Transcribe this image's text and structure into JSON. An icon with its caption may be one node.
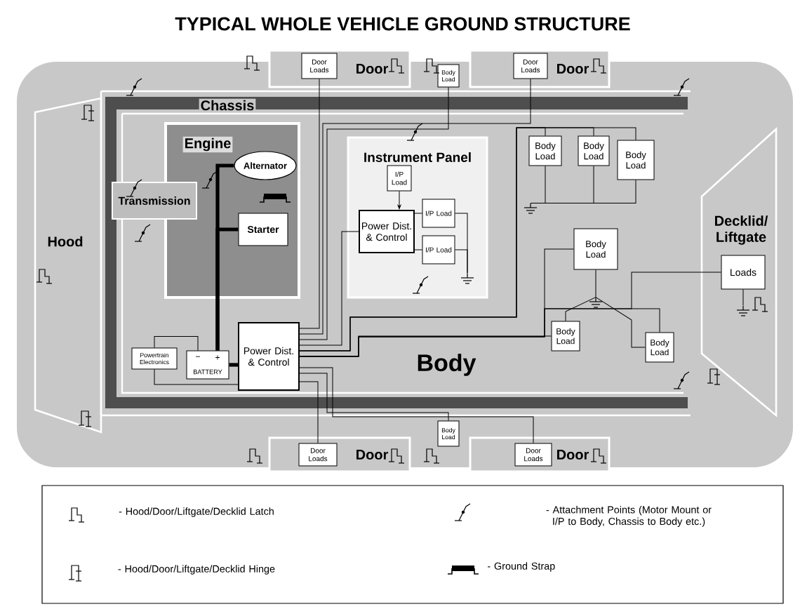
{
  "diagram": {
    "title": "TYPICAL WHOLE VEHICLE GROUND STRUCTURE",
    "nodes": [
      {
        "text": [],
        "shape": "box"
      },
      {
        "text": [
          "Door"
        ]
      },
      {
        "text": [
          "Door Loads"
        ],
        "in": 1
      },
      {
        "text": [
          "Body Load"
        ],
        "in": 0
      },
      {
        "text": [
          "Door"
        ]
      },
      {
        "text": [
          "Door Loads"
        ],
        "in": 4
      },
      {
        "text": [
          "Hood"
        ],
        "in": 0
      },
      {
        "text": [
          "Chassis"
        ],
        "in": 0
      },
      {
        "text": [
          "Engine"
        ],
        "in": 7
      },
      {
        "text": [
          "Alternator"
        ],
        "in": 8
      },
      {
        "text": [
          "Transmission"
        ],
        "in": 7
      },
      {
        "text": [
          "Starter"
        ],
        "in": 8
      },
      {
        "text": [
          "Powertrain Electronics"
        ],
        "in": 7
      },
      {
        "text": [
          "−",
          "+",
          "BATTERY"
        ],
        "in": 7
      },
      {
        "text": [
          "Power Dist. & Control"
        ],
        "in": 7
      },
      {
        "text": [
          "Instrument Panel"
        ],
        "in": 7
      },
      {
        "text": [
          "I/P Load"
        ],
        "in": 15
      },
      {
        "text": [
          "Power Dist. & Control"
        ],
        "in": 15
      },
      {
        "text": [
          "I/P Load"
        ],
        "in": 15
      },
      {
        "text": [
          "I/P Load"
        ],
        "in": 15
      },
      {
        "text": [
          "Body Load"
        ],
        "in": 7
      },
      {
        "text": [
          "Body Load"
        ],
        "in": 7
      },
      {
        "text": [
          "Body Load"
        ],
        "in": 7
      },
      {
        "text": [
          "Body Load"
        ],
        "in": 7
      },
      {
        "text": [
          "Body Load"
        ],
        "in": 7
      },
      {
        "text": [
          "Body Load"
        ],
        "in": 7
      },
      {
        "text": [
          "Decklid/ Liftgate"
        ],
        "in": 0
      },
      {
        "text": [
          "Loads"
        ],
        "in": 26
      },
      {
        "text": [
          "Door"
        ]
      },
      {
        "text": [
          "Door Loads"
        ],
        "in": 28
      },
      {
        "text": [
          "Body Load"
        ],
        "in": 0
      },
      {
        "text": [
          "Door"
        ]
      },
      {
        "text": [
          "Door Loads"
        ],
        "in": 31
      },
      {
        "text": [
          "Body"
        ],
        "in": 7
      },
      {
        "text": [],
        "shape": "ground",
        "in": 7
      },
      {
        "text": [],
        "shape": "ground",
        "in": 7
      },
      {
        "text": [],
        "shape": "ground",
        "in": 15
      },
      {
        "text": [],
        "shape": "ground",
        "in": 26
      }
    ],
    "edges": [
      {
        "from": 2,
        "to": 14,
        "arrow": "none"
      },
      {
        "from": 5,
        "to": 14,
        "arrow": "none"
      },
      {
        "from": 3,
        "to": 14,
        "arrow": "none"
      },
      {
        "from": 29,
        "to": 14,
        "arrow": "none"
      },
      {
        "from": 30,
        "to": 14,
        "arrow": "none"
      },
      {
        "from": 32,
        "to": 14,
        "arrow": "none"
      },
      {
        "from": 17,
        "to": 14,
        "arrow": "none"
      },
      {
        "from": 16,
        "to": 17,
        "arrow": "to"
      },
      {
        "from": 18,
        "to": 17,
        "arrow": "none"
      },
      {
        "from": 19,
        "to": 17,
        "arrow": "none"
      },
      {
        "from": 20,
        "to": 14,
        "arrow": "none"
      },
      {
        "from": 21,
        "to": 14,
        "arrow": "none"
      },
      {
        "from": 22,
        "to": 14,
        "arrow": "none"
      },
      {
        "from": 23,
        "to": 14,
        "arrow": "none"
      },
      {
        "from": 24,
        "to": 14,
        "arrow": "none"
      },
      {
        "from": 25,
        "to": 14,
        "arrow": "none"
      },
      {
        "from": 27,
        "to": 14,
        "arrow": "none"
      },
      {
        "from": 9,
        "to": 13,
        "arrow": "none",
        "style": "thick"
      },
      {
        "from": 11,
        "to": 13,
        "arrow": "none",
        "style": "thick"
      },
      {
        "from": 13,
        "to": 14,
        "arrow": "none",
        "style": "thick"
      },
      {
        "from": 12,
        "to": 13,
        "arrow": "none"
      },
      {
        "from": 12,
        "to": 14,
        "arrow": "none"
      },
      {
        "from": 20,
        "to": 34,
        "arrow": "none"
      },
      {
        "from": 21,
        "to": 34,
        "arrow": "none"
      },
      {
        "from": 22,
        "to": 34,
        "arrow": "none"
      },
      {
        "from": 23,
        "to": 35,
        "arrow": "none"
      },
      {
        "from": 24,
        "to": 35,
        "arrow": "none"
      },
      {
        "from": 25,
        "to": 35,
        "arrow": "none"
      },
      {
        "from": 18,
        "to": 36,
        "arrow": "none"
      },
      {
        "from": 19,
        "to": 36,
        "arrow": "none"
      },
      {
        "from": 27,
        "to": 37,
        "arrow": "none"
      }
    ],
    "legend": [
      {
        "text": "- Hood/Door/Liftgate/Decklid Latch"
      },
      {
        "text": "- Attachment Points (Motor Mount or I/P to Body, Chassis to Body etc.)"
      },
      {
        "text": "- Hood/Door/Liftgate/Decklid Hinge"
      },
      {
        "text": "- Ground Strap"
      }
    ]
  }
}
